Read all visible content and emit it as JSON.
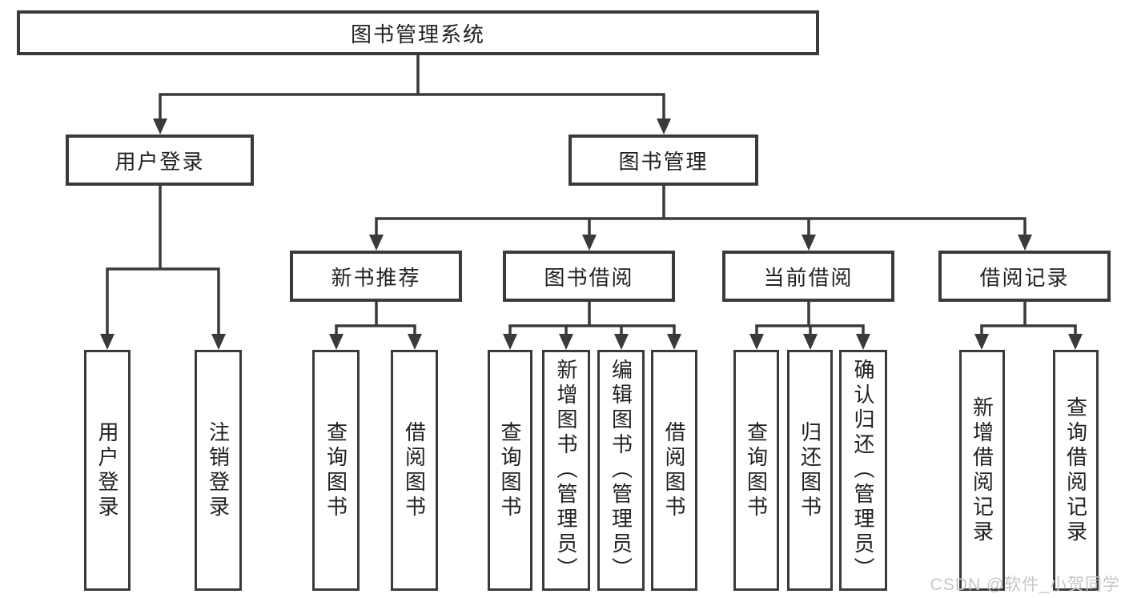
{
  "colors": {
    "line": "#3a3a3a",
    "text": "#212121",
    "watermark": "#c6c6c6",
    "bg": "#ffffff"
  },
  "diagram": {
    "root": {
      "label": "图书管理系统"
    },
    "level2": [
      {
        "label": "用户登录"
      },
      {
        "label": "图书管理"
      }
    ],
    "level3": [
      {
        "label": "新书推荐",
        "parent": "图书管理"
      },
      {
        "label": "图书借阅",
        "parent": "图书管理"
      },
      {
        "label": "当前借阅",
        "parent": "图书管理"
      },
      {
        "label": "借阅记录",
        "parent": "图书管理"
      }
    ],
    "leaves": [
      {
        "label": "用户登录",
        "parent": "用户登录"
      },
      {
        "label": "注销登录",
        "parent": "用户登录"
      },
      {
        "label": "查询图书",
        "parent": "新书推荐"
      },
      {
        "label": "借阅图书",
        "parent": "新书推荐"
      },
      {
        "label": "查询图书",
        "parent": "图书借阅"
      },
      {
        "label": "新增图书（管理员）",
        "parent": "图书借阅"
      },
      {
        "label": "编辑图书（管理员）",
        "parent": "图书借阅"
      },
      {
        "label": "借阅图书",
        "parent": "图书借阅"
      },
      {
        "label": "查询图书",
        "parent": "当前借阅"
      },
      {
        "label": "归还图书",
        "parent": "当前借阅"
      },
      {
        "label": "确认归还（管理员）",
        "parent": "当前借阅"
      },
      {
        "label": "新增借阅记录",
        "parent": "借阅记录"
      },
      {
        "label": "查询借阅记录",
        "parent": "借阅记录"
      }
    ]
  },
  "watermark": {
    "text": "CSDN @软件_小贺同学"
  }
}
